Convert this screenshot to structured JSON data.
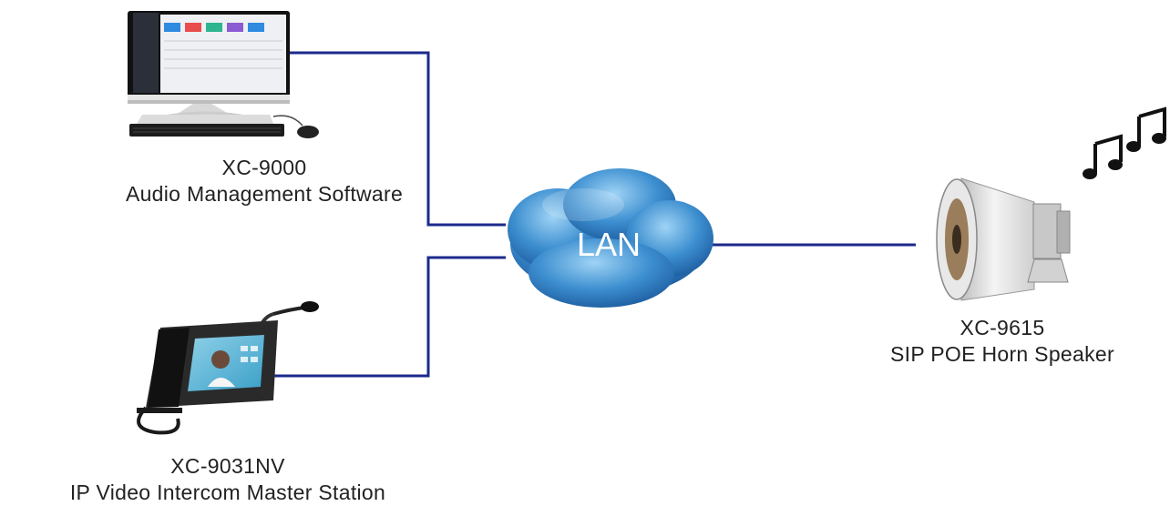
{
  "cloud": {
    "label": "LAN"
  },
  "devices": {
    "pc": {
      "model": "XC-9000",
      "description": "Audio Management Software"
    },
    "master_station": {
      "model": "XC-9031NV",
      "description": "IP Video Intercom Master Station"
    },
    "horn_speaker": {
      "model": "XC-9615",
      "description": "SIP POE Horn Speaker"
    }
  },
  "colors": {
    "link_line": "#1c2a8c",
    "cloud_fill": "#3d8fd0",
    "text": "#222222"
  },
  "icons": [
    "desktop-computer-icon",
    "intercom-master-station-icon",
    "horn-speaker-icon",
    "music-notes-icon",
    "lan-cloud-icon"
  ]
}
